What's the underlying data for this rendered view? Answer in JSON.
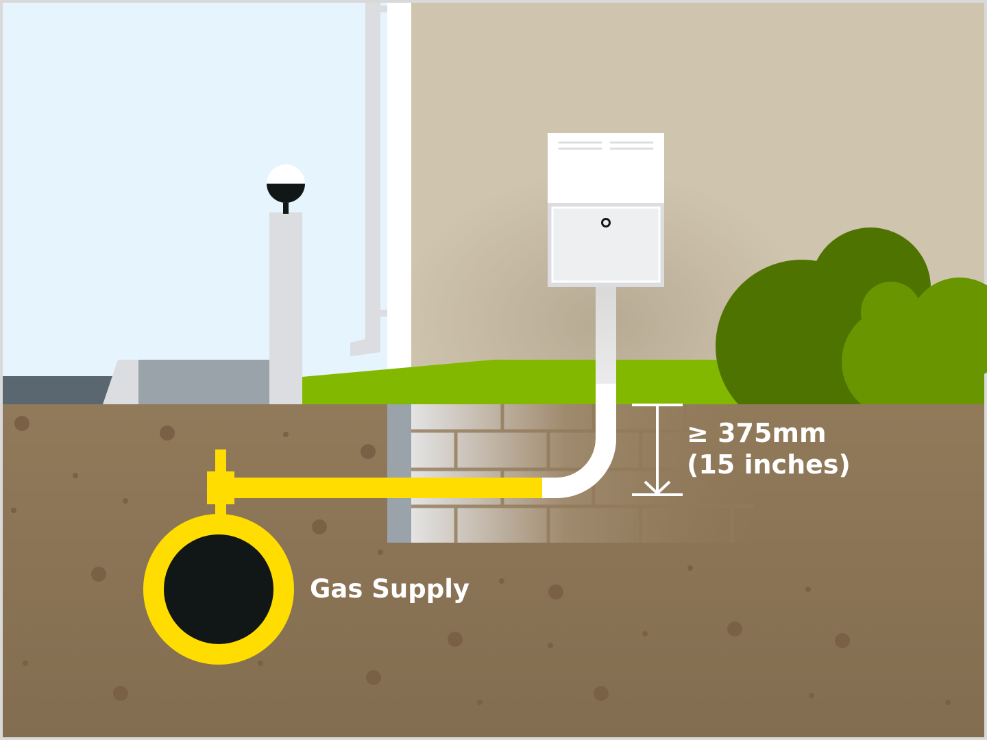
{
  "labels": {
    "gas_supply": "Gas Supply",
    "depth_line1": "≥ 375mm",
    "depth_line2": "(15 inches)"
  },
  "colors": {
    "gas_pipe": "#ffdd00",
    "service_pipe": "#ffffff",
    "soil": "#8c7556",
    "grass": "#82b900",
    "wall": "#cfc4ae",
    "sky": "#e6f4fd"
  }
}
